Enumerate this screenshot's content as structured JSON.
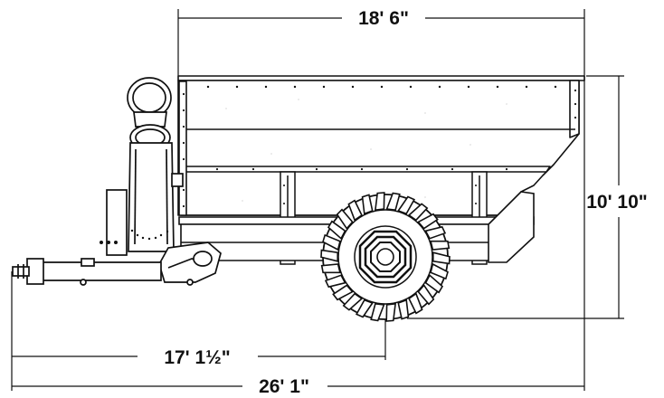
{
  "diagram": {
    "subject": "grain-cart-side-elevation",
    "colors": {
      "ink": "#111111",
      "paper": "#ffffff",
      "gray": "#bfbfbf"
    },
    "dimensions": {
      "overall_box_length": "18' 6\"",
      "overall_height": "10' 10\"",
      "hitch_to_axle": "17' 1½\"",
      "overall_length": "26' 1\""
    }
  }
}
